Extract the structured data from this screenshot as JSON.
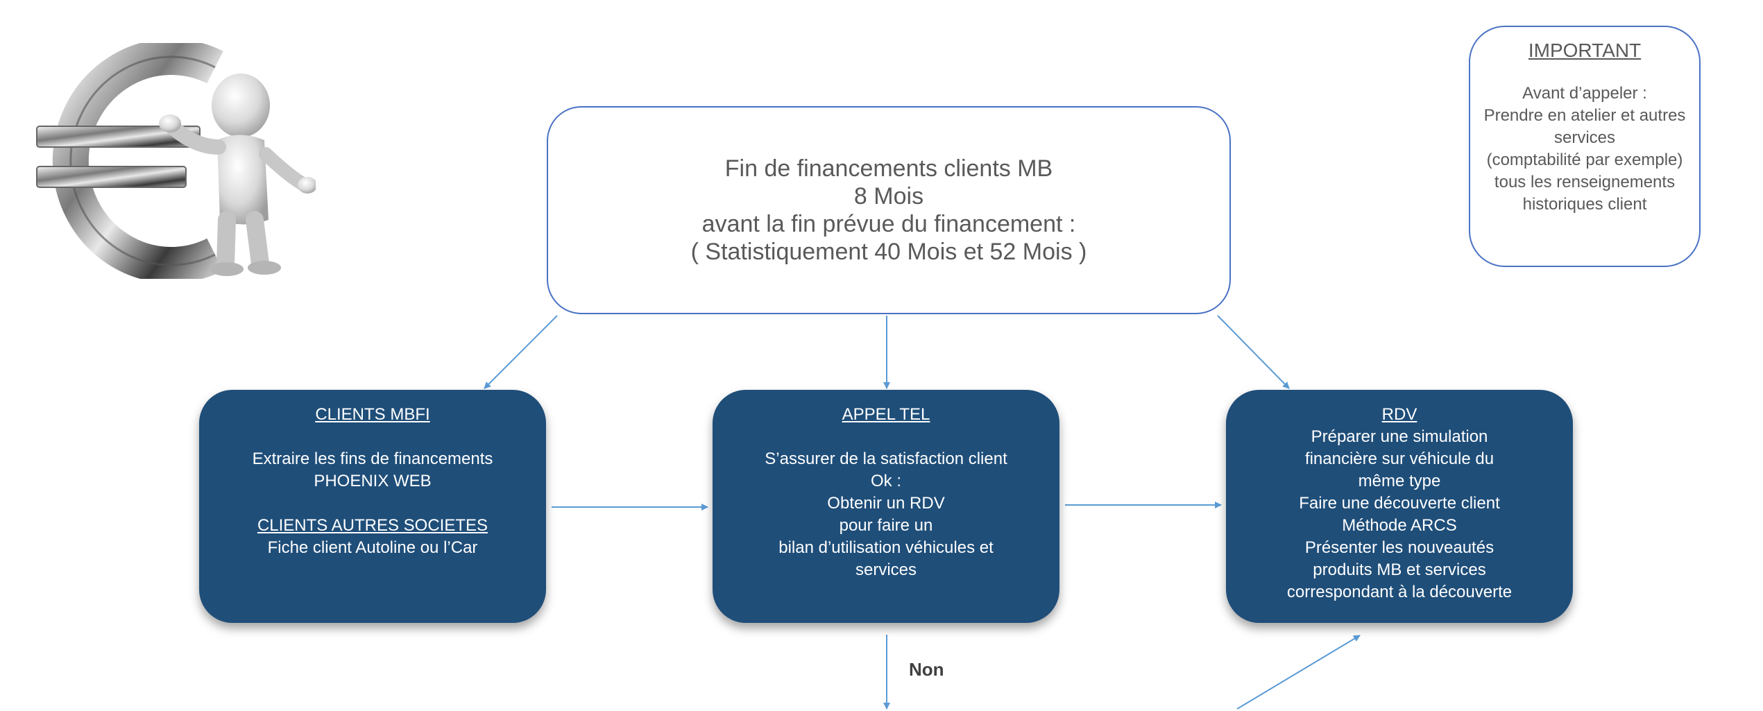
{
  "top_box": {
    "lines": [
      "Fin de financements clients MB",
      "8 Mois",
      "avant la fin prévue du financement :",
      "( Statistiquement 40 Mois et 52 Mois )"
    ]
  },
  "important": {
    "title": "IMPORTANT",
    "lines": [
      "Avant d’appeler :",
      "Prendre en atelier et autres",
      "services",
      "(comptabilité par exemple)",
      "tous les renseignements",
      "historiques client"
    ]
  },
  "boxes": {
    "left": {
      "title": "CLIENTS MBFI",
      "lines": [
        "Extraire les fins de financements",
        "PHOENIX WEB"
      ],
      "subtitle": "CLIENTS AUTRES SOCIETES",
      "sub_lines": [
        "Fiche client Autoline ou l’Car"
      ]
    },
    "middle": {
      "title": "APPEL TEL",
      "lines": [
        "S’assurer de la satisfaction client",
        "Ok :",
        "Obtenir un RDV",
        "pour faire un",
        "bilan d’utilisation véhicules et",
        "services"
      ]
    },
    "right": {
      "title": "RDV",
      "lines": [
        "Préparer une simulation",
        "financière sur véhicule  du",
        "même type",
        "Faire une découverte client",
        "Méthode ARCS",
        "Présenter les nouveautés",
        "produits MB et services",
        "correspondant à la découverte"
      ]
    }
  },
  "labels": {
    "non": "Non"
  },
  "colors": {
    "box_fill": "#1f4e79",
    "outline": "#4a72c4",
    "arrow": "#5b9bd5",
    "text_gray": "#595959"
  },
  "icons": {
    "illustration": "euro-mascot-icon"
  }
}
